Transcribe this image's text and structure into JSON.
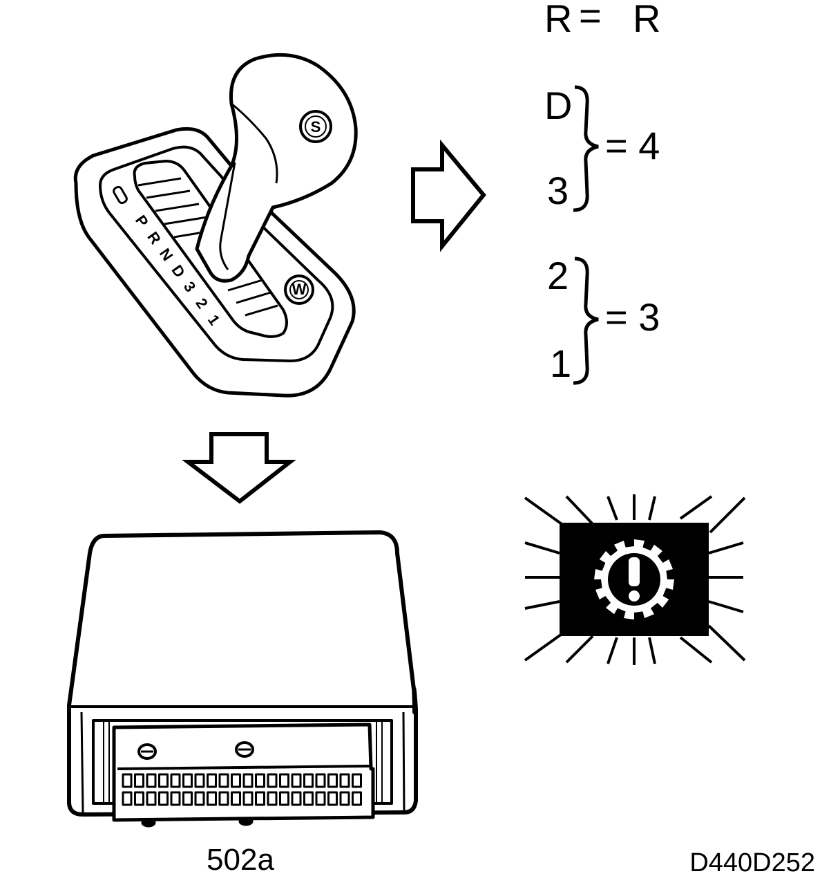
{
  "mapping": {
    "r_left": "R",
    "r_eq": "=",
    "r_right": "R",
    "group1_top": "D",
    "group1_bottom": "3",
    "group1_result": "= 4",
    "group2_top": "2",
    "group2_bottom": "1",
    "group2_result": "= 3"
  },
  "selector": {
    "s_button": "S",
    "w_button": "W",
    "gate_positions": [
      "P",
      "R",
      "N",
      "D",
      "3",
      "2",
      "1"
    ]
  },
  "labels": {
    "ecu_code": "502a",
    "figure_code": "D440D252"
  },
  "colors": {
    "ink": "#000000",
    "paper": "#ffffff"
  }
}
